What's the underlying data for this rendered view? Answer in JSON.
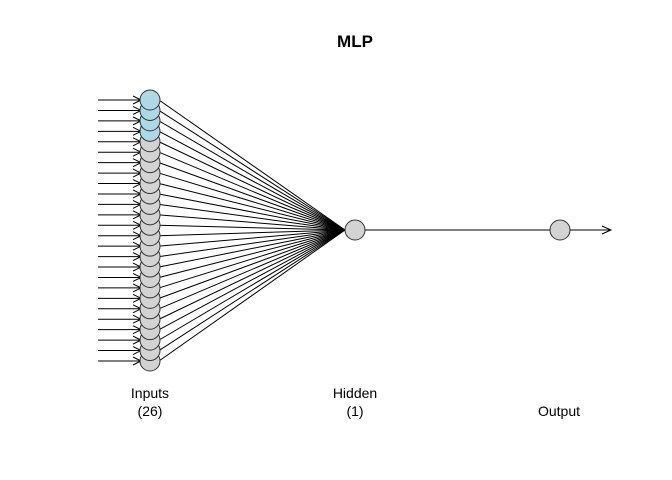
{
  "title": "MLP",
  "layers": {
    "input": {
      "label": "Inputs",
      "count_label": "(26)",
      "node_count": 26,
      "highlighted_count": 4
    },
    "hidden": {
      "label": "Hidden",
      "count_label": "(1)",
      "node_count": 1
    },
    "output": {
      "label": "Output",
      "node_count": 1
    }
  },
  "colors": {
    "node_default": "#d3d3d3",
    "node_highlight": "#add8e6",
    "edge": "#000000",
    "background": "#ffffff"
  }
}
